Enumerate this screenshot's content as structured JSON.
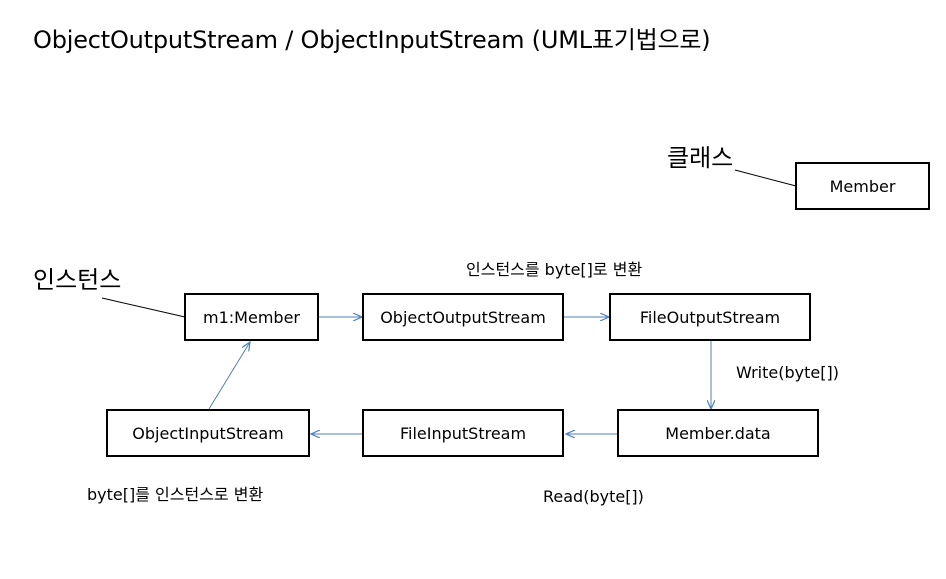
{
  "title": "ObjectOutputStream / ObjectInputStream (UML표기법으로)",
  "labels": {
    "class": "클래스",
    "instance": "인스턴스",
    "to_bytes": "인스턴스를 byte[]로 변환",
    "write": "Write(byte[])",
    "to_instance": "byte[]를 인스턴스로 변환",
    "read": "Read(byte[])"
  },
  "boxes": {
    "member_class": "Member",
    "m1_member": "m1:Member",
    "object_output_stream": "ObjectOutputStream",
    "file_output_stream": "FileOutputStream",
    "member_data": "Member.data",
    "file_input_stream": "FileInputStream",
    "object_input_stream": "ObjectInputStream"
  },
  "colors": {
    "arrow": "#4f81bd",
    "pointer_line": "#000000",
    "box_border": "#000000"
  }
}
